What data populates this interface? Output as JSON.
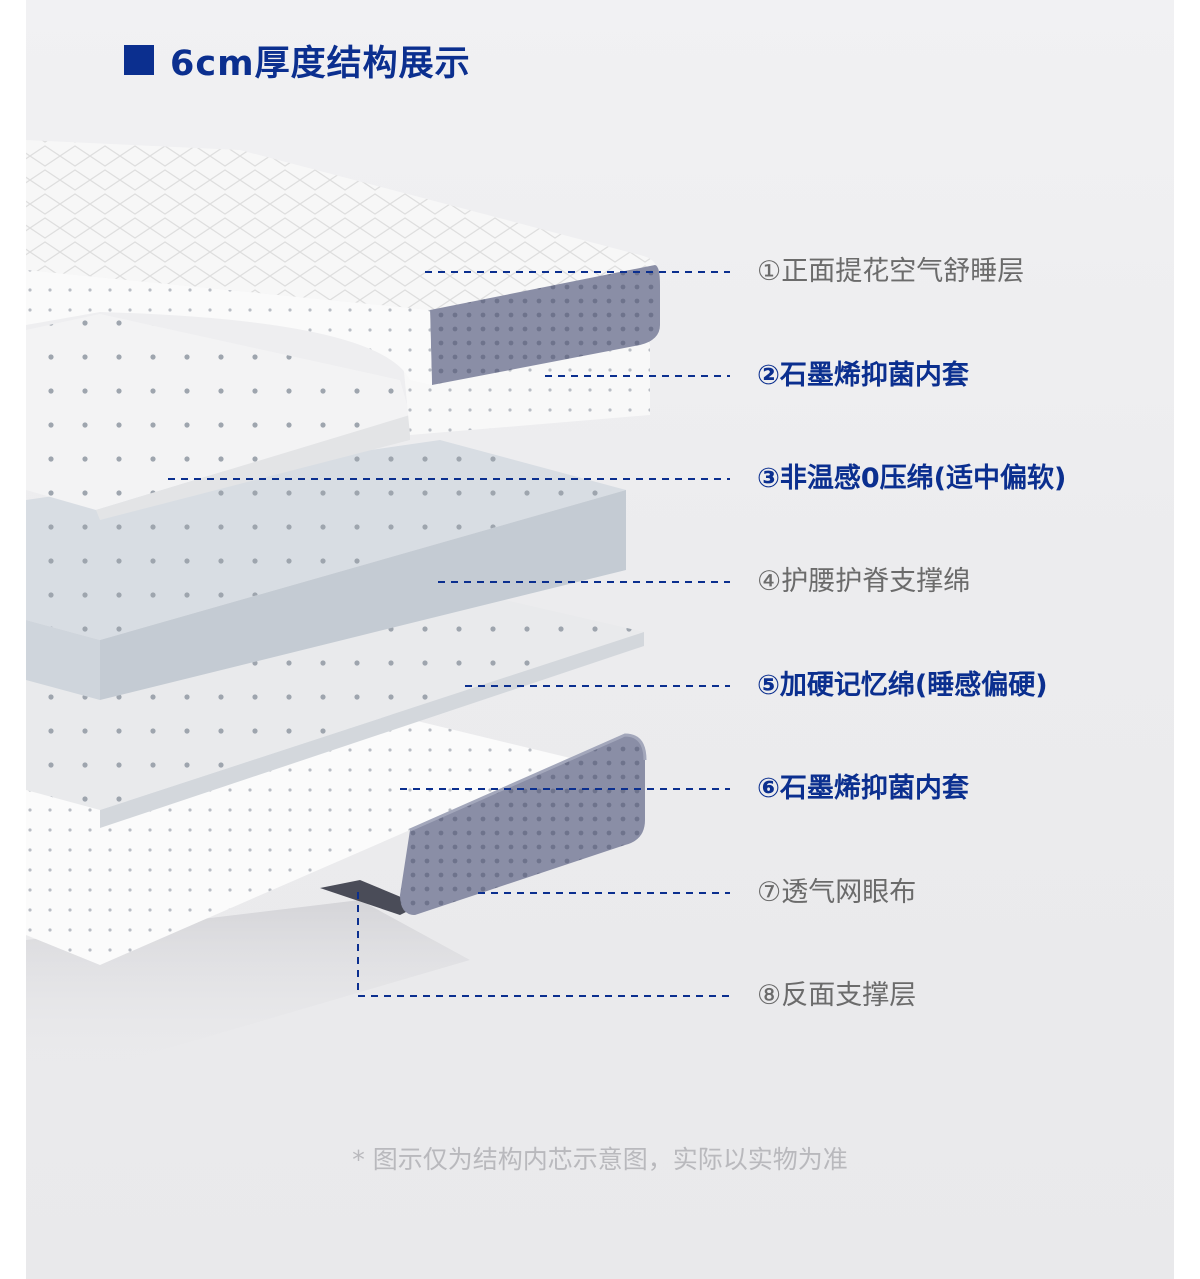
{
  "title": "6cm厚度结构展示",
  "layers": [
    {
      "text": "①正面提花空气舒睡层",
      "emphasis": false
    },
    {
      "text": "②石墨烯抑菌内套",
      "emphasis": true
    },
    {
      "text": "③非温感0压绵(适中偏软)",
      "emphasis": true
    },
    {
      "text": "④护腰护脊支撑绵",
      "emphasis": false
    },
    {
      "text": "⑤加硬记忆绵(睡感偏硬)",
      "emphasis": true
    },
    {
      "text": "⑥石墨烯抑菌内套",
      "emphasis": true
    },
    {
      "text": "⑦透气网眼布",
      "emphasis": false
    },
    {
      "text": "⑧反面支撑层",
      "emphasis": false
    }
  ],
  "footnote": "* 图示仅为结构内芯示意图，实际以实物为准",
  "colors": {
    "accent": "#0b2f8f",
    "label_gray": "#6b6b6b",
    "footnote_gray": "#b9b9bd",
    "mesh_gray": "#8a8ea6"
  }
}
